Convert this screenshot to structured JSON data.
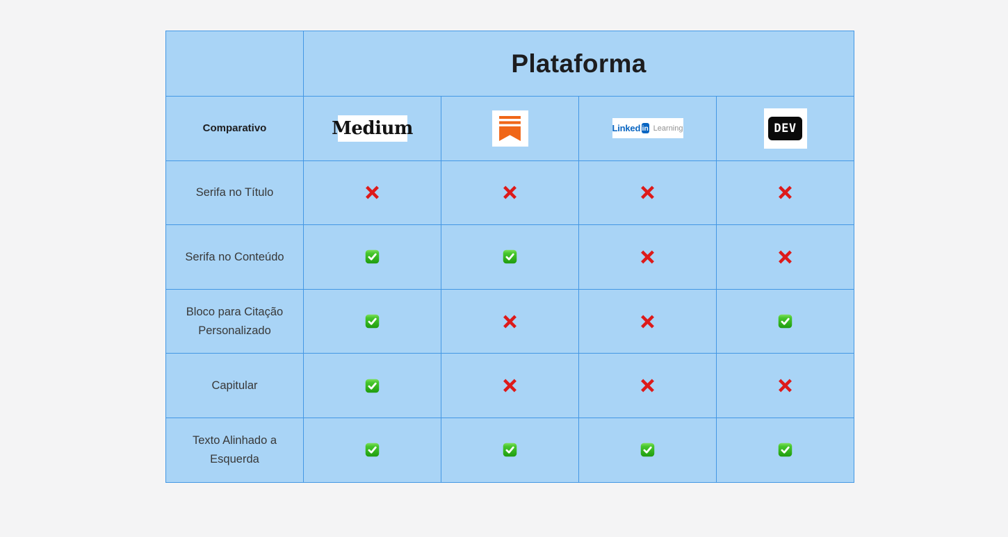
{
  "chart_data": {
    "type": "table",
    "title": "Plataforma",
    "corner_label": "Comparativo",
    "columns": [
      {
        "name": "Medium",
        "logo_text": "Medium"
      },
      {
        "name": "Substack",
        "logo_icon": "substack-bookmark-icon"
      },
      {
        "name": "LinkedIn Learning",
        "logo_parts": {
          "linked": "Linked",
          "in": "in",
          "learning": "Learning"
        }
      },
      {
        "name": "DEV",
        "logo_text": "DEV"
      }
    ],
    "rows": [
      {
        "label": "Serifa no Título",
        "values": [
          "cross",
          "cross",
          "cross",
          "cross"
        ]
      },
      {
        "label": "Serifa no Conteúdo",
        "values": [
          "check",
          "check",
          "cross",
          "cross"
        ]
      },
      {
        "label": "Bloco para Citação Personalizado",
        "values": [
          "check",
          "cross",
          "cross",
          "check"
        ]
      },
      {
        "label": "Capitular",
        "values": [
          "check",
          "cross",
          "cross",
          "cross"
        ]
      },
      {
        "label": "Texto Alinhado a Esquerda",
        "values": [
          "check",
          "check",
          "check",
          "check"
        ]
      }
    ],
    "value_glyphs": {
      "check": "green-check-icon",
      "cross": "red-cross-icon"
    },
    "layout_hints": {
      "grid": "on",
      "title_spans_platform_columns": true
    }
  },
  "colors": {
    "page_background": "#f4f4f5",
    "cell_fill": "#a9d4f6",
    "cell_border": "#4397e4",
    "title_text": "#1d1d1f",
    "label_text": "#383838",
    "check_green": "#2fae17",
    "cross_red": "#dd1a1a",
    "substack_orange": "#f06618",
    "linkedin_blue": "#0a66c2",
    "dev_black": "#0a0a0a"
  }
}
